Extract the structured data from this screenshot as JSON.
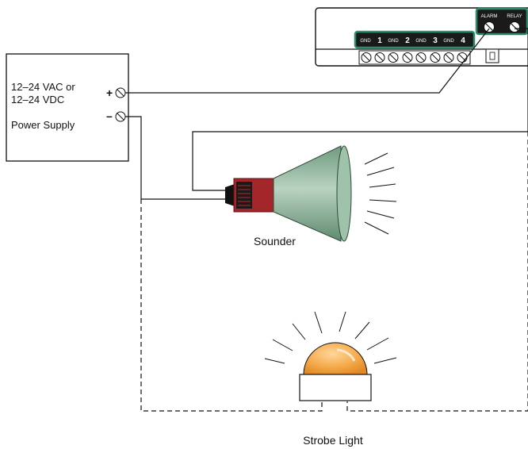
{
  "power_supply": {
    "line1": "12–24 VAC or",
    "line2": "12–24 VDC",
    "line3": "Power Supply",
    "plus": "+",
    "minus": "–"
  },
  "controller": {
    "terminal_labels": [
      "GND",
      "1",
      "GND",
      "2",
      "GND",
      "3",
      "GND",
      "4"
    ],
    "alarm_label": "ALARM",
    "relay_label": "RELAY"
  },
  "sounder_label": "Sounder",
  "strobe_label": "Strobe Light",
  "colors": {
    "terminal_block": "#1a1a1a",
    "terminal_outline": "#2e8b6b",
    "horn_body": "#8fb39a",
    "horn_driver": "#a2262a",
    "strobe_dome": "#f5a94a"
  }
}
